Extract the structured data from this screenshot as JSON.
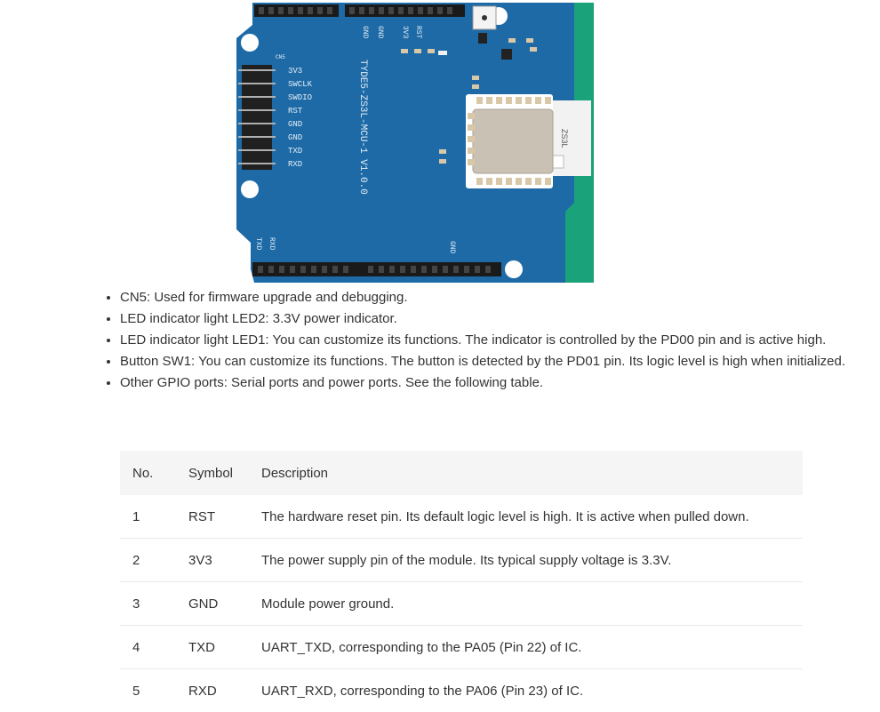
{
  "board": {
    "header_labels": [
      "3V3",
      "SWCLK",
      "SWDIO",
      "RST",
      "GND",
      "GND",
      "TXD",
      "RXD"
    ],
    "connector_label": "CN5",
    "top_labels": [
      "GND",
      "GND",
      "3V3",
      "RST"
    ],
    "board_name": "TYDE5-ZS3L-MCU-1 V1.0.0",
    "module_text": "ZS3L",
    "bottom_labels": [
      "TXD",
      "RXD",
      "GND"
    ],
    "colors": {
      "pcb": "#1d6aa6",
      "module_shield": "#c9c2b4",
      "pad": "#d8c8a8",
      "antenna": "#1aa37a"
    }
  },
  "bullets": [
    "CN5: Used for firmware upgrade and debugging.",
    "LED indicator light LED2: 3.3V power indicator.",
    "LED indicator light LED1: You can customize its functions. The indicator is controlled by the PD00 pin and is active high.",
    "Button SW1: You can customize its functions. The button is detected by the PD01 pin. Its logic level is high when initialized.",
    "Other GPIO ports: Serial ports and power ports. See the following table."
  ],
  "table": {
    "headers": {
      "no": "No.",
      "symbol": "Symbol",
      "description": "Description"
    },
    "rows": [
      {
        "no": "1",
        "symbol": "RST",
        "description": "The hardware reset pin. Its default logic level is high. It is active when pulled down."
      },
      {
        "no": "2",
        "symbol": "3V3",
        "description": "The power supply pin of the module. Its typical supply voltage is 3.3V."
      },
      {
        "no": "3",
        "symbol": "GND",
        "description": "Module power ground."
      },
      {
        "no": "4",
        "symbol": "TXD",
        "description": "UART_TXD, corresponding to the PA05 (Pin 22) of IC."
      },
      {
        "no": "5",
        "symbol": "RXD",
        "description": "UART_RXD, corresponding to the PA06 (Pin 23) of IC."
      }
    ]
  }
}
